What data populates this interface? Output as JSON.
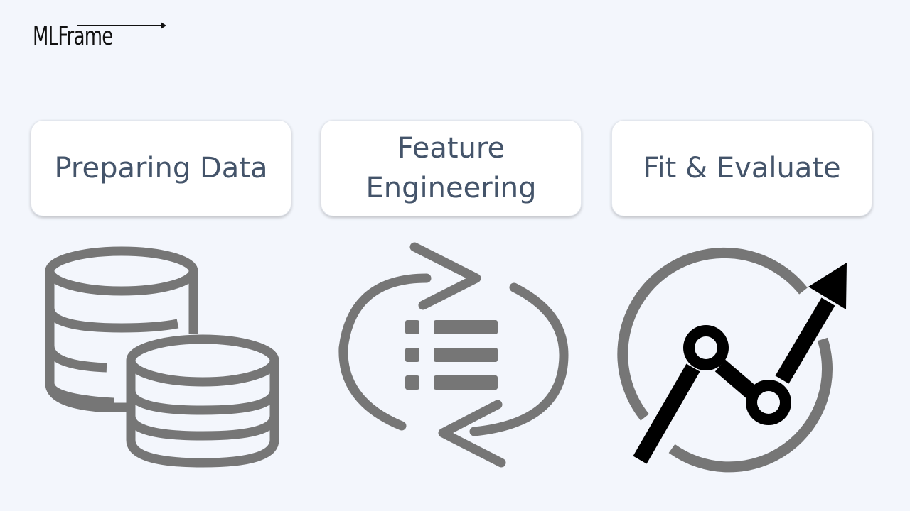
{
  "logo": {
    "text": "MLFrame"
  },
  "steps": [
    {
      "label": "Preparing Data",
      "icon": "database-icon"
    },
    {
      "label": "Feature Engineering",
      "icon": "refresh-list-icon"
    },
    {
      "label": "Fit & Evaluate",
      "icon": "growth-chart-icon"
    }
  ],
  "colors": {
    "background": "#f3f6fc",
    "card": "#ffffff",
    "text": "#44546a",
    "icon_gray": "#767676",
    "icon_black": "#000000"
  }
}
